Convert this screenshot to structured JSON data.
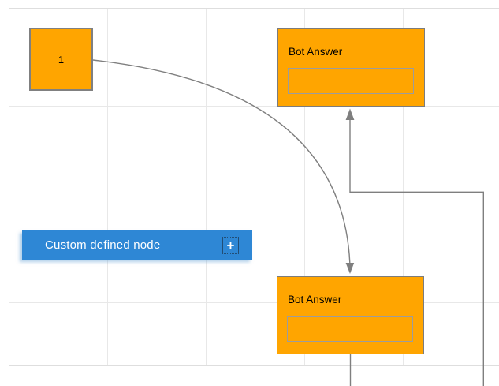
{
  "canvas": {
    "background_color": "#ffffff",
    "grid_color": "#e8e8e8",
    "page_border_color": "#dedede",
    "connector_color": "#7f7f7f"
  },
  "nodes": {
    "start": {
      "label": "1",
      "fill_color": "#ffa500",
      "border_color": "#808080"
    },
    "bot_answer_top": {
      "title": "Bot Answer",
      "input_value": "",
      "fill_color": "#ffa500"
    },
    "bot_answer_bottom": {
      "title": "Bot Answer",
      "input_value": "",
      "fill_color": "#ffa500"
    },
    "custom": {
      "label": "Custom defined node",
      "fill_color": "#2e87d5",
      "text_color": "#ffffff",
      "plus_glyph": "+"
    }
  }
}
